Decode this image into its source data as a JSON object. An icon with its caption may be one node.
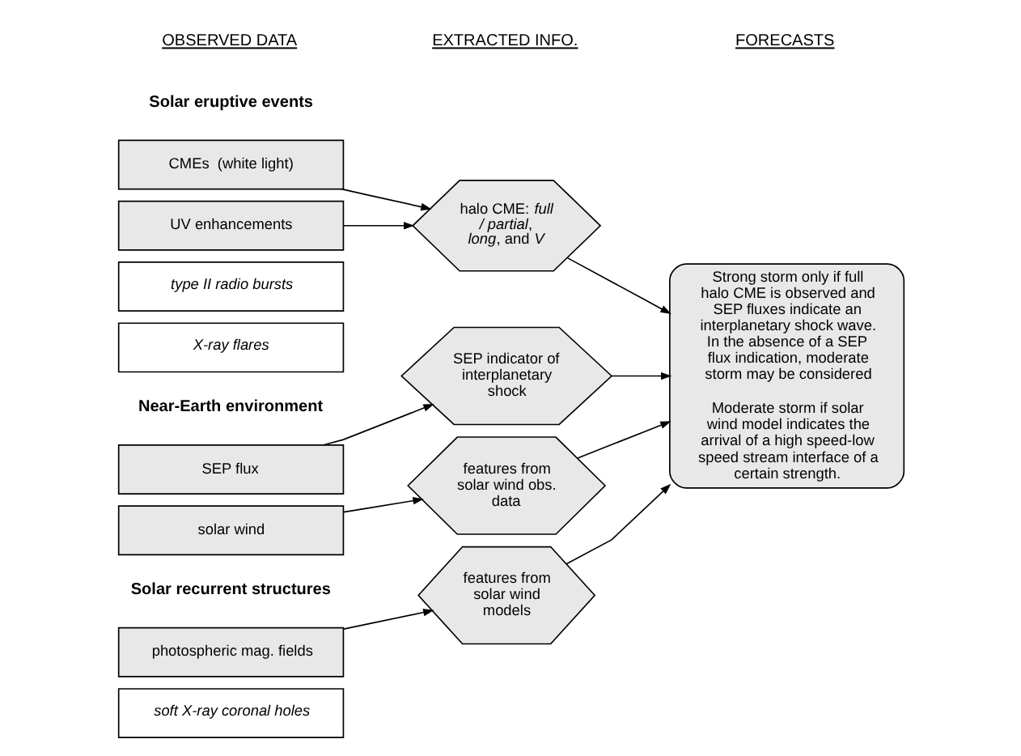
{
  "diagram": {
    "nodes": [
      {
        "text": [
          "CMEs  (white light)"
        ]
      },
      {
        "text": [
          "UV enhancements"
        ]
      },
      {
        "text": [
          "type II radio bursts"
        ]
      },
      {
        "text": [
          "X-ray flares"
        ]
      },
      {
        "text": [
          "SEP flux"
        ]
      },
      {
        "text": [
          "solar wind"
        ]
      },
      {
        "text": [
          "photospheric mag. fields"
        ]
      },
      {
        "text": [
          "soft X-ray coronal holes"
        ]
      },
      {
        "text": [
          "halo CME: *full / partial*, *long*, and *V*"
        ]
      },
      {
        "text": [
          "SEP indicator of interplanetary shock"
        ]
      },
      {
        "text": [
          "features from solar wind obs. data"
        ]
      },
      {
        "text": [
          "features from solar wind models"
        ]
      },
      {
        "text": [
          "Strong storm only if full halo CME is observed and SEP fluxes indicate an interplanetary shock wave. In the absence of a SEP flux indication, moderate storm may be considered",
          "Moderate storm if solar wind model indicates the arrival of a high speed-low speed stream interface of a certain strength."
        ]
      }
    ],
    "edges": [
      {
        "from": 0,
        "to": 8,
        "arrow": "to"
      },
      {
        "from": 1,
        "to": 8,
        "arrow": "to"
      },
      {
        "from": 4,
        "to": 9,
        "arrow": "to"
      },
      {
        "from": 5,
        "to": 10,
        "arrow": "to"
      },
      {
        "from": 6,
        "to": 11,
        "arrow": "to"
      },
      {
        "from": 8,
        "to": 12,
        "arrow": "to"
      },
      {
        "from": 9,
        "to": 12,
        "arrow": "to"
      },
      {
        "from": 10,
        "to": 12,
        "arrow": "to"
      },
      {
        "from": 11,
        "to": 12,
        "arrow": "to"
      }
    ],
    "labels": [
      "OBSERVED DATA",
      "EXTRACTED INFO.",
      "FORECASTS",
      "Solar eruptive events",
      "Near-Earth environment",
      "Solar recurrent structures"
    ]
  }
}
